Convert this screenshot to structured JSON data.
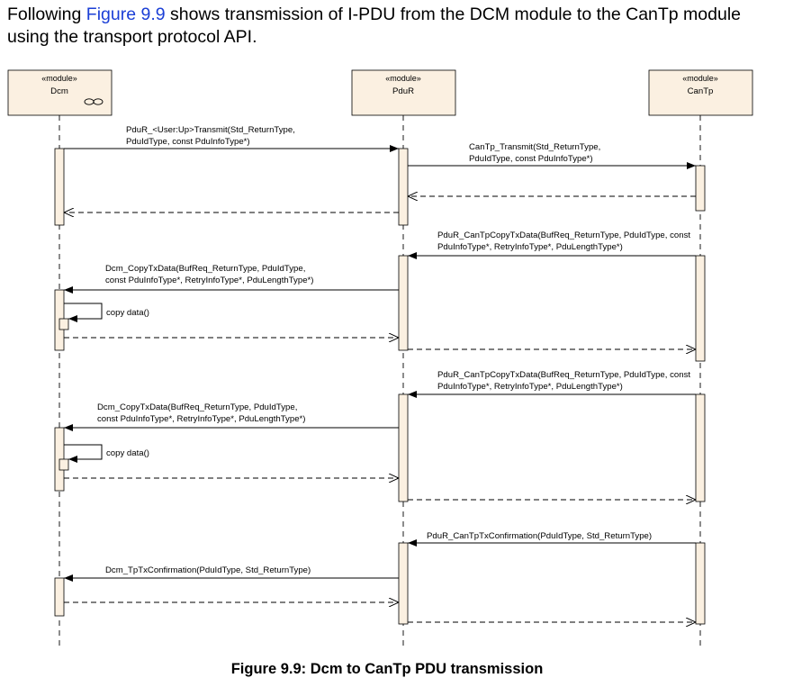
{
  "intro": {
    "before": "Following ",
    "link": "Figure 9.9",
    "after": " shows transmission of I-PDU from the DCM module to the CanTp module using the transport protocol API."
  },
  "participants": [
    {
      "stereotype": "«module»",
      "name": "Dcm"
    },
    {
      "stereotype": "«module»",
      "name": "PduR"
    },
    {
      "stereotype": "«module»",
      "name": "CanTp"
    }
  ],
  "messages": [
    {
      "line1": "PduR_<User:Up>Transmit(Std_ReturnType,",
      "line2": "PduIdType, const PduInfoType*)"
    },
    {
      "line1": "CanTp_Transmit(Std_ReturnType,",
      "line2": "PduIdType, const PduInfoType*)"
    },
    {
      "line1": "PduR_CanTpCopyTxData(BufReq_ReturnType, PduIdType, const",
      "line2": "PduInfoType*, RetryInfoType*, PduLengthType*)"
    },
    {
      "line1": "Dcm_CopyTxData(BufReq_ReturnType, PduIdType,",
      "line2": "const PduInfoType*, RetryInfoType*, PduLengthType*)"
    },
    {
      "line1": "copy data()"
    },
    {
      "line1": "PduR_CanTpCopyTxData(BufReq_ReturnType, PduIdType, const",
      "line2": "PduInfoType*, RetryInfoType*, PduLengthType*)"
    },
    {
      "line1": "Dcm_CopyTxData(BufReq_ReturnType, PduIdType,",
      "line2": "const PduInfoType*, RetryInfoType*, PduLengthType*)"
    },
    {
      "line1": "copy data()"
    },
    {
      "line1": "PduR_CanTpTxConfirmation(PduIdType, Std_ReturnType)"
    },
    {
      "line1": "Dcm_TpTxConfirmation(PduIdType, Std_ReturnType)"
    }
  ],
  "caption": "Figure 9.9: Dcm to CanTp PDU transmission",
  "colors": {
    "box_fill": "#fbf0e1",
    "line": "#000000",
    "link": "#1b3fd6"
  }
}
